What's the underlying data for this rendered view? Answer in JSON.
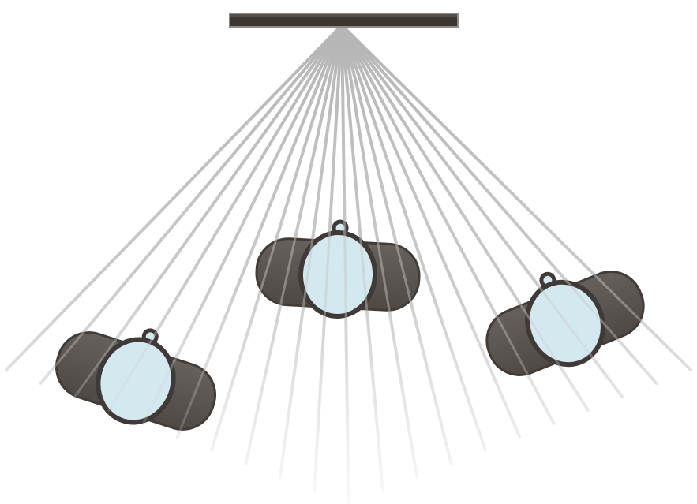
{
  "scene": {
    "type": "top-down view of a ceiling light/projector beaming down onto three seated people",
    "source": {
      "label": "",
      "icon": "ceiling-bar"
    },
    "people": [
      {
        "label": "",
        "icon": "person-top-view"
      },
      {
        "label": "",
        "icon": "person-top-view"
      },
      {
        "label": "",
        "icon": "person-top-view"
      }
    ],
    "ray_count": 21
  },
  "colors": {
    "background": "#ffffff",
    "source_bar": "#3b3633",
    "source_bar_edge": "#8f8a86",
    "ray": "#bdbdbd",
    "body": "#5c5652",
    "body_outline": "#423c39",
    "head_fill": "#d3e8ef",
    "head_outline": "#3f3a37"
  }
}
